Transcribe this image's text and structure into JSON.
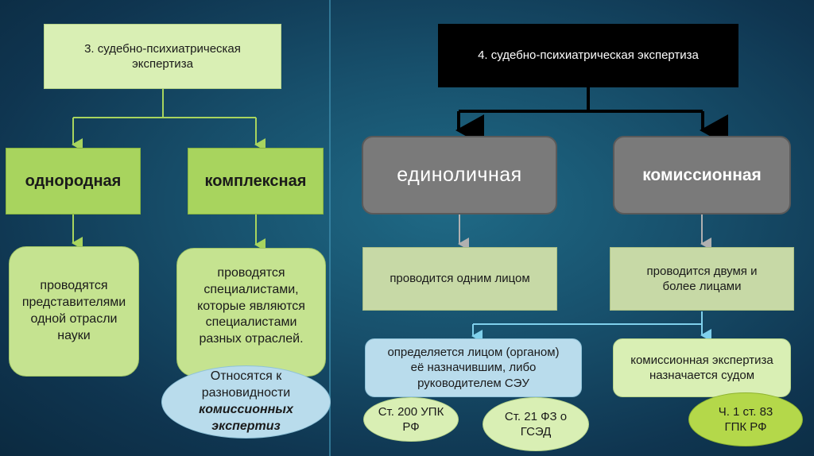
{
  "left": {
    "title": "3. судебно-психиатрическая экспертиза",
    "type1": "однородная",
    "type2": "комплексная",
    "desc1": "проводятся представителями одной отрасли науки",
    "desc2": "проводятся специалистами, которые являются специалистами разных отраслей.",
    "note_prefix": "Относятся к разновидности",
    "note_emph": "комиссионных экспертиз"
  },
  "right": {
    "title": "4. судебно-психиатрическая экспертиза",
    "type1": "единоличная",
    "type2": "комиссионная",
    "desc1": "проводится одним лицом",
    "desc2": "проводится двумя и более лицами",
    "sub1": "определяется лицом (органом) её назначившим, либо руководителем СЭУ",
    "sub2": "комиссионная экспертиза назначается судом",
    "ref1": "Ст. 200 УПК РФ",
    "ref2": "Ст. 21 ФЗ о ГСЭД",
    "ref3": "Ч. 1  ст. 83 ГПК РФ"
  },
  "colors": {
    "light_green": "#d9efb4",
    "green": "#a8d45e",
    "lime_oval": "#b4d84a",
    "gray": "#7a7a7a",
    "black": "#000000",
    "light_blue": "#b9dcec"
  }
}
